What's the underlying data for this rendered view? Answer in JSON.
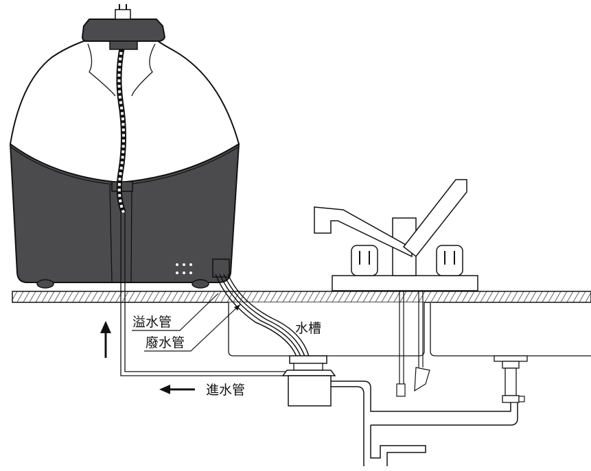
{
  "labels": {
    "overflow_pipe": "溢水管",
    "waste_pipe": "廢水管",
    "inlet_pipe": "進水管",
    "sink": "水槽"
  },
  "colors": {
    "tank_dark": "#4b4b4d",
    "outline": "#111111",
    "background": "#ffffff"
  }
}
